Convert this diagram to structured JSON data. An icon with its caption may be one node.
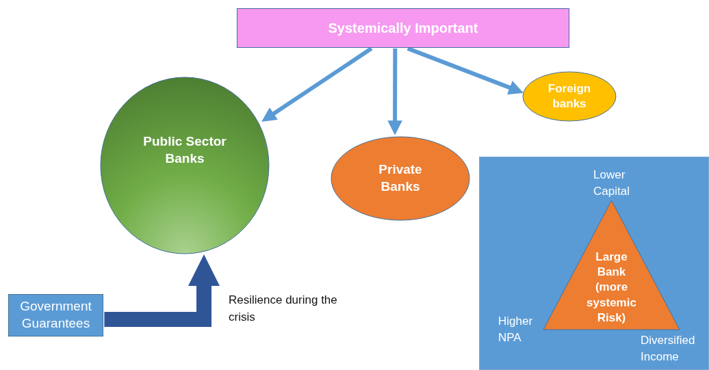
{
  "diagram": {
    "nodes": [
      {
        "text": [
          "Systemically Important"
        ]
      },
      {
        "text": [
          "Public Sector Banks"
        ]
      },
      {
        "text": [
          "Private Banks"
        ]
      },
      {
        "text": [
          "Foreign banks"
        ]
      },
      {
        "text": [],
        "shape": "box"
      },
      {
        "text": [
          "Large Bank (more systemic Risk)"
        ],
        "in": 4,
        "beside": [
          "Lower Capital",
          "Higher NPA",
          "Diversified Income"
        ]
      },
      {
        "text": [
          "Government Guarantees"
        ]
      }
    ],
    "edges": [
      {
        "from": 0,
        "to": 1,
        "arrow": "to"
      },
      {
        "from": 0,
        "to": 2,
        "arrow": "to"
      },
      {
        "from": 0,
        "to": 3,
        "arrow": "to"
      },
      {
        "from": 6,
        "to": 1,
        "arrow": "to",
        "label": "Resilience during the crisis",
        "style": "thick",
        "color": "#2f5597"
      }
    ]
  }
}
